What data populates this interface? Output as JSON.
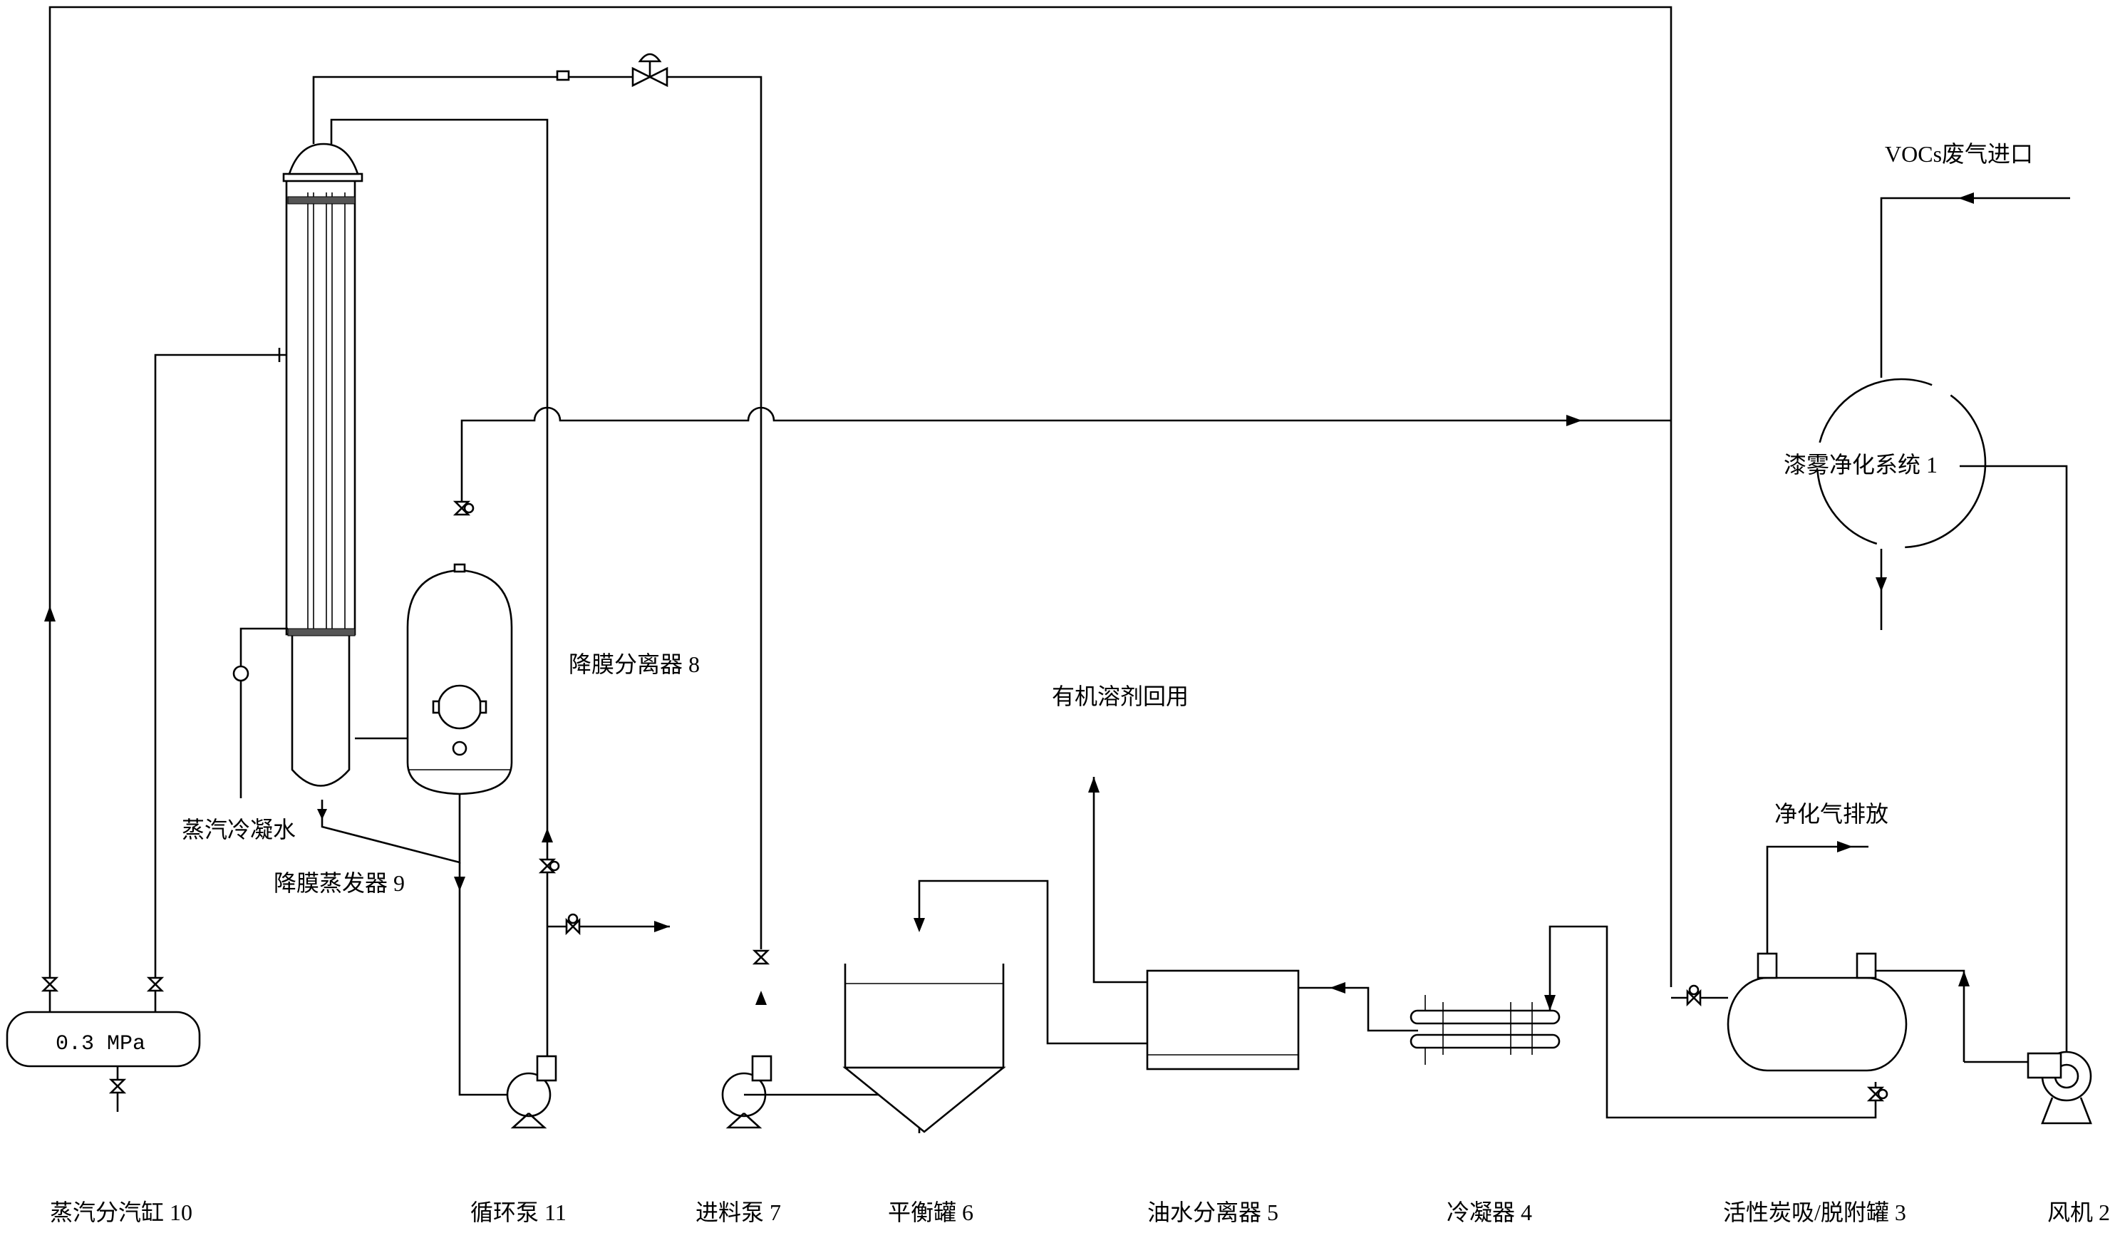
{
  "labels": {
    "vocs_inlet": "VOCs废气进口",
    "paint_mist_system": "漆雾净化系统 1",
    "fan": "风机 2",
    "carbon_tank": "活性炭吸/脱附罐 3",
    "clean_gas_exhaust": "净化气排放",
    "condenser": "冷凝器 4",
    "oil_water_separator": "油水分离器 5",
    "solvent_recovery": "有机溶剂回用",
    "balance_tank": "平衡罐 6",
    "feed_pump": "进料泵 7",
    "film_separator": "降膜分离器 8",
    "film_evaporator": "降膜蒸发器 9",
    "steam_condensate": "蒸汽冷凝水",
    "circulation_pump": "循环泵 11",
    "steam_header": "蒸汽分汽缸 10",
    "header_pressure": "0.3 MPa"
  }
}
